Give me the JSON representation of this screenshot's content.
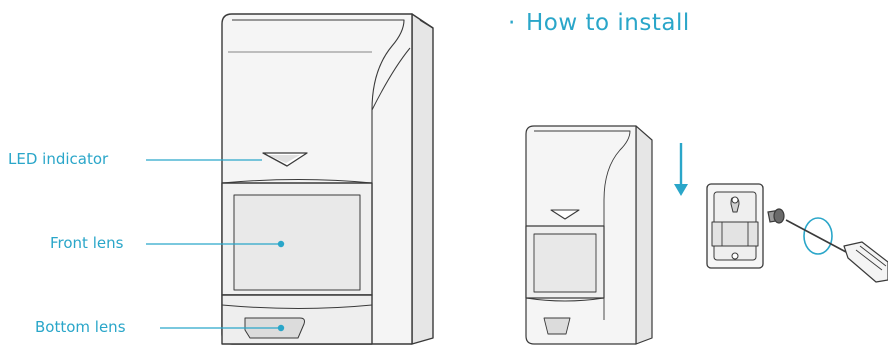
{
  "section": {
    "bullet": "·",
    "title": "How to install"
  },
  "callouts": [
    {
      "id": "led",
      "label": "LED indicator"
    },
    {
      "id": "front",
      "label": "Front lens"
    },
    {
      "id": "bottom",
      "label": "Bottom lens"
    }
  ],
  "colors": {
    "accent": "#2aa6c9",
    "outline": "#3a3a3a",
    "body": "#f4f4f4",
    "shade": "#d8d8d8"
  },
  "icons": {
    "direction": "down-arrow-icon",
    "screw": "screw-icon",
    "tool": "screwdriver-icon",
    "rotation": "rotate-icon"
  }
}
